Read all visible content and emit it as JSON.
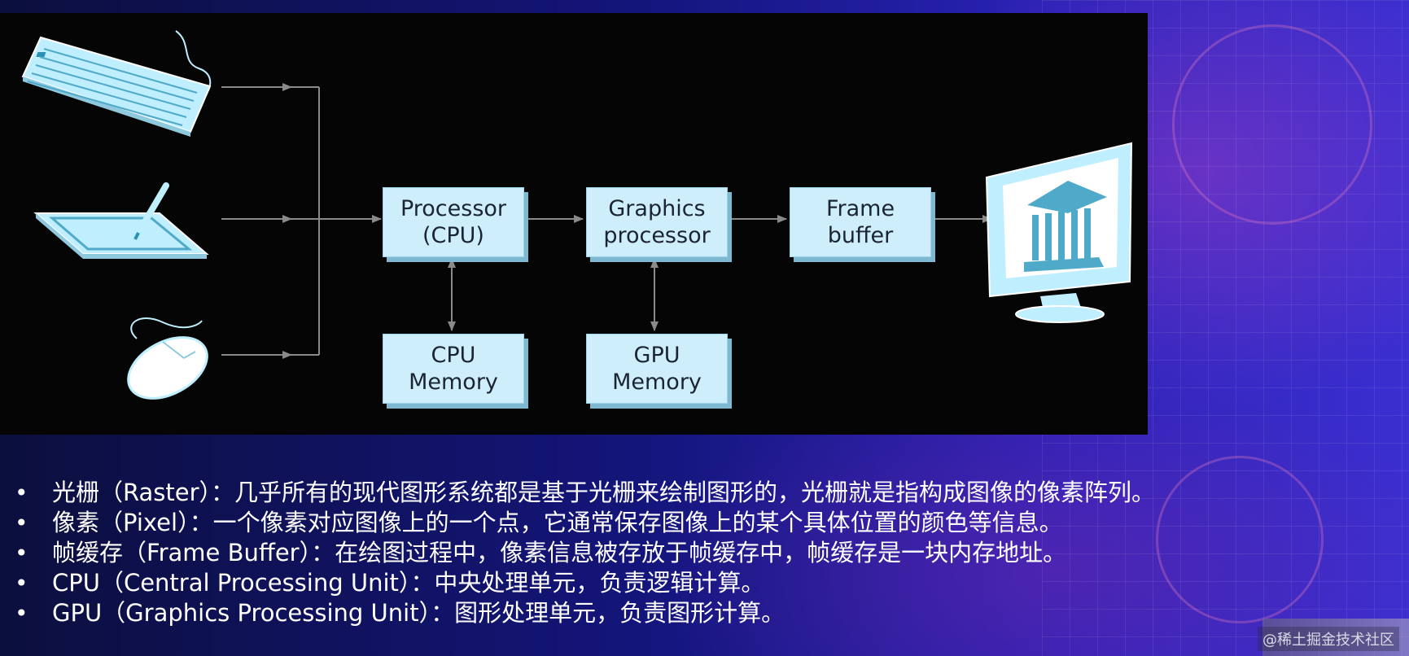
{
  "diagram": {
    "boxes": {
      "cpu": "Processor\n(CPU)",
      "graphics": "Graphics\nprocessor",
      "frame_buffer": "Frame\nbuffer",
      "cpu_memory": "CPU\nMemory",
      "gpu_memory": "GPU\nMemory"
    },
    "device_icons": [
      "keyboard-icon",
      "drawing-tablet-icon",
      "mouse-icon",
      "monitor-icon"
    ],
    "colors": {
      "box_fill": "#cfeefb",
      "device_fill": "#bfefff",
      "arrow": "#8a8a8a",
      "panel": "#050505"
    }
  },
  "bullets": [
    "光栅（Raster）：几乎所有的现代图形系统都是基于光栅来绘制图形的，光栅就是指构成图像的像素阵列。",
    "像素（Pixel）：一个像素对应图像上的一个点，它通常保存图像上的某个具体位置的颜色等信息。",
    "帧缓存（Frame Buffer）：在绘图过程中，像素信息被存放于帧缓存中，帧缓存是一块内存地址。",
    "CPU（Central Processing Unit）：中央处理单元，负责逻辑计算。",
    "GPU（Graphics Processing Unit）：图形处理单元，负责图形计算。"
  ],
  "watermark": "@稀土掘金技术社区"
}
